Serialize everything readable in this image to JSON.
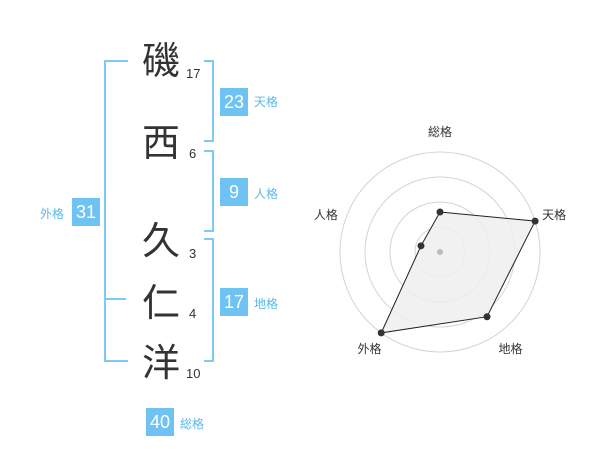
{
  "surname": [
    {
      "char": "磯",
      "strokes": "17"
    },
    {
      "char": "西",
      "strokes": "6"
    }
  ],
  "given": [
    {
      "char": "久",
      "strokes": "3"
    },
    {
      "char": "仁",
      "strokes": "4"
    },
    {
      "char": "洋",
      "strokes": "10"
    }
  ],
  "fortunes": {
    "tenkaku": {
      "value": "23",
      "label": "天格"
    },
    "jinkaku": {
      "value": "9",
      "label": "人格"
    },
    "chikaku": {
      "value": "17",
      "label": "地格"
    },
    "gaikaku": {
      "value": "31",
      "label": "外格"
    },
    "soukaku": {
      "value": "40",
      "label": "総格"
    }
  },
  "colors": {
    "accent": "#6fc3f2",
    "label": "#5ab8ec",
    "text": "#333333"
  },
  "chart_data": {
    "type": "radar",
    "axes": [
      "総格",
      "天格",
      "地格",
      "外格",
      "人格"
    ],
    "values": [
      0.4,
      1.0,
      0.8,
      1.0,
      0.2
    ],
    "range": [
      0,
      1
    ],
    "rings": 4
  }
}
